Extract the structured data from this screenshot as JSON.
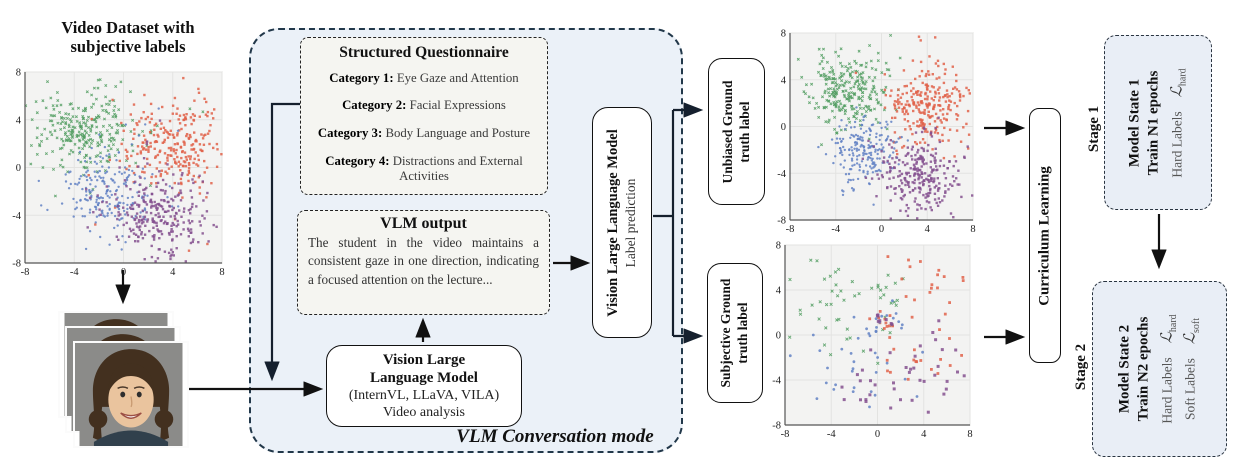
{
  "left_panel": {
    "title": "Video Dataset with\nsubjective labels"
  },
  "container": {
    "label": "VLM Conversation mode"
  },
  "questionnaire": {
    "title": "Structured Questionnaire",
    "items": [
      {
        "label": "Category 1:",
        "text": "Eye Gaze and Attention"
      },
      {
        "label": "Category 2:",
        "text": "Facial Expressions"
      },
      {
        "label": "Category 3:",
        "text": "Body Language and Posture"
      },
      {
        "label": "Category 4:",
        "text": "Distractions and External Activities"
      }
    ]
  },
  "vlm_output": {
    "title": "VLM output",
    "body": "The student in the video maintains a consistent gaze in one direction, indicating a focused attention on the lecture..."
  },
  "model_box": {
    "line1": "Vision Large",
    "line2": "Language Model",
    "line3": "(InternVL, LLaVA, VILA)",
    "line4": "Video analysis"
  },
  "label_prediction_box": {
    "title": "Vision Large Language Model",
    "subtitle": "Label prediction"
  },
  "unbiased_box": {
    "label": "Unbiased Ground\ntruth label"
  },
  "subjective_box": {
    "label": "Subjective Ground\ntruth label"
  },
  "curriculum_box": {
    "label": "Curriculum Learning"
  },
  "stage1": {
    "stage_label": "Stage 1",
    "line1": "Model State 1",
    "line2": "Train N1 epochs",
    "losses": [
      {
        "label": "Hard Labels",
        "sym": "ℒ",
        "sub": "hard"
      }
    ]
  },
  "stage2": {
    "stage_label": "Stage 2",
    "line1": "Model State 2",
    "line2": "Train N2 epochs",
    "losses": [
      {
        "label": "Hard Labels",
        "sym": "ℒ",
        "sub": "hard"
      },
      {
        "label": "Soft Labels",
        "sym": "ℒ",
        "sub": "soft"
      }
    ]
  },
  "colors": {
    "class_green": "#4f9c5f",
    "class_red": "#e0614a",
    "class_blue": "#6281c4",
    "class_purple": "#84508f",
    "container_bg": "#ebf1f8",
    "plot_bg": "#f3f3f2"
  },
  "chart_data": [
    {
      "id": "dataset-with-subjective-labels",
      "type": "scatter",
      "title": "Video Dataset with subjective labels",
      "xlabel": "",
      "ylabel": "",
      "xlim": [
        -8,
        8
      ],
      "ylim": [
        -8,
        8
      ],
      "xticks": [
        -8,
        -4,
        0,
        4,
        8
      ],
      "yticks": [
        -8,
        -4,
        0,
        4,
        8
      ],
      "grid": true,
      "legend": false,
      "seed": 7,
      "margins": {
        "l": 25,
        "t": 10,
        "r": 10,
        "b": 21
      },
      "clusters": [
        {
          "name": "green",
          "color": "#4f9c5f",
          "marker": "x",
          "n": 250,
          "cx": -3,
          "cy": 3.2,
          "sx": 1.9,
          "sy": 1.7
        },
        {
          "name": "green-outliers",
          "color": "#4f9c5f",
          "marker": "x",
          "n": 22,
          "cx": -3,
          "cy": 3,
          "sx": 4.2,
          "sy": 4.0
        },
        {
          "name": "red",
          "color": "#e0614a",
          "marker": "square",
          "n": 250,
          "cx": 4,
          "cy": 2,
          "sx": 1.9,
          "sy": 2.0
        },
        {
          "name": "red-outliers",
          "color": "#e0614a",
          "marker": "square",
          "n": 22,
          "cx": 3.5,
          "cy": 1.5,
          "sx": 4.2,
          "sy": 4.0
        },
        {
          "name": "blue",
          "color": "#6281c4",
          "marker": "dot",
          "n": 190,
          "cx": -1.3,
          "cy": -1.8,
          "sx": 1.7,
          "sy": 1.6
        },
        {
          "name": "blue-outliers",
          "color": "#6281c4",
          "marker": "dot",
          "n": 18,
          "cx": -1.5,
          "cy": -2,
          "sx": 4.0,
          "sy": 3.8
        },
        {
          "name": "purple",
          "color": "#84508f",
          "marker": "square",
          "n": 250,
          "cx": 3,
          "cy": -4,
          "sx": 1.9,
          "sy": 1.7
        },
        {
          "name": "purple-outliers",
          "color": "#84508f",
          "marker": "square",
          "n": 22,
          "cx": 2.5,
          "cy": -3.5,
          "sx": 4.2,
          "sy": 3.8
        }
      ]
    },
    {
      "id": "unbiased-ground-truth",
      "type": "scatter",
      "title": "",
      "xlabel": "",
      "ylabel": "",
      "xlim": [
        -8,
        8
      ],
      "ylim": [
        -8,
        8
      ],
      "xticks": [
        -8,
        -4,
        0,
        4,
        8
      ],
      "yticks": [
        -8,
        -4,
        0,
        4,
        8
      ],
      "grid": true,
      "legend": false,
      "seed": 11,
      "margins": {
        "l": 27,
        "t": 11,
        "r": 7,
        "b": 14
      },
      "clusters": [
        {
          "name": "green",
          "color": "#4f9c5f",
          "marker": "x",
          "n": 260,
          "cx": -3,
          "cy": 3,
          "sx": 1.6,
          "sy": 1.6
        },
        {
          "name": "red",
          "color": "#e0614a",
          "marker": "square",
          "n": 260,
          "cx": 4,
          "cy": 2,
          "sx": 1.8,
          "sy": 1.8
        },
        {
          "name": "blue",
          "color": "#6281c4",
          "marker": "dot",
          "n": 200,
          "cx": -1.5,
          "cy": -2,
          "sx": 1.5,
          "sy": 1.5
        },
        {
          "name": "purple",
          "color": "#84508f",
          "marker": "square",
          "n": 260,
          "cx": 3.2,
          "cy": -4,
          "sx": 1.8,
          "sy": 1.6
        }
      ]
    },
    {
      "id": "subjective-ground-truth",
      "type": "scatter",
      "title": "",
      "xlabel": "",
      "ylabel": "",
      "xlim": [
        -8,
        8
      ],
      "ylim": [
        -8,
        8
      ],
      "xticks": [
        -8,
        -4,
        0,
        4,
        8
      ],
      "yticks": [
        -8,
        -4,
        0,
        4,
        8
      ],
      "grid": true,
      "legend": false,
      "seed": 23,
      "margins": {
        "l": 27,
        "t": 11,
        "r": 8,
        "b": 19
      },
      "clusters": [
        {
          "name": "green-wide",
          "color": "#4f9c5f",
          "marker": "x",
          "n": 40,
          "cx": -4.5,
          "cy": 2.5,
          "sx": 2.6,
          "sy": 2.8,
          "size": 1.4
        },
        {
          "name": "green-chain",
          "color": "#4f9c5f",
          "marker": "x",
          "n": 14,
          "cx": 0.8,
          "cy": 3.2,
          "sx": 0.9,
          "sy": 1.5,
          "size": 1.4
        },
        {
          "name": "red-topright",
          "color": "#e0614a",
          "marker": "square",
          "n": 22,
          "cx": 5,
          "cy": 4.8,
          "sx": 2.2,
          "sy": 1.5,
          "size": 1.4
        },
        {
          "name": "red-right",
          "color": "#e0614a",
          "marker": "square",
          "n": 18,
          "cx": 4,
          "cy": -1.6,
          "sx": 2.4,
          "sy": 1.4,
          "size": 1.4
        },
        {
          "name": "red-center",
          "color": "#e0614a",
          "marker": "square",
          "n": 10,
          "cx": 0.9,
          "cy": 1.2,
          "sx": 0.5,
          "sy": 0.5,
          "size": 1.4
        },
        {
          "name": "blue-wide",
          "color": "#6281c4",
          "marker": "dot",
          "n": 30,
          "cx": -2,
          "cy": -3.5,
          "sx": 2.6,
          "sy": 2.0,
          "size": 1.4
        },
        {
          "name": "blue-center",
          "color": "#6281c4",
          "marker": "dot",
          "n": 14,
          "cx": 0.3,
          "cy": 0.7,
          "sx": 0.9,
          "sy": 0.9,
          "size": 1.4
        },
        {
          "name": "purple-wide",
          "color": "#84508f",
          "marker": "square",
          "n": 30,
          "cx": 3.5,
          "cy": -3.5,
          "sx": 2.8,
          "sy": 2.2,
          "size": 1.5
        },
        {
          "name": "purple-bottom",
          "color": "#84508f",
          "marker": "square",
          "n": 12,
          "cx": -0.5,
          "cy": -5.6,
          "sx": 1.5,
          "sy": 1.0,
          "size": 1.5
        },
        {
          "name": "purple-center",
          "color": "#84508f",
          "marker": "square",
          "n": 8,
          "cx": 0.6,
          "cy": 1.2,
          "sx": 0.5,
          "sy": 0.5,
          "size": 1.5
        }
      ]
    }
  ]
}
